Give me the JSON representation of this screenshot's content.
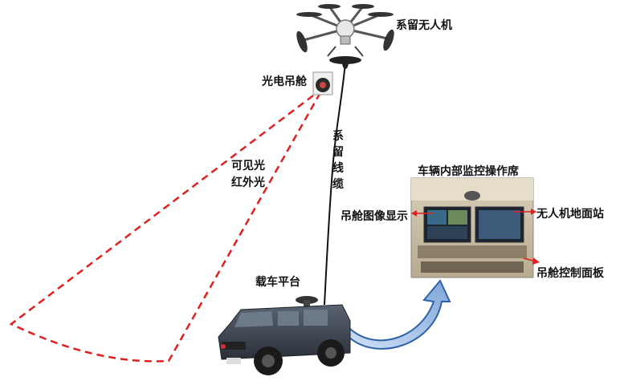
{
  "labels": {
    "drone": "系留无人机",
    "pod": "光电吊舱",
    "spectrum_line1": "可见光",
    "spectrum_line2": "红外光",
    "tether_chars": [
      "系",
      "留",
      "线",
      "缆"
    ],
    "vehicle": "载车平台",
    "console_title": "车辆内部监控操作席",
    "pod_display": "吊舱图像显示",
    "ground_station": "无人机地面站",
    "pod_panel": "吊舱控制面板"
  },
  "colors": {
    "beam": "#e02020",
    "arrow": "#2f62a8",
    "callout": "#e02020",
    "tether": "#111111",
    "vehicle_body": "#3b4350",
    "drone_body": "#e8e8e8",
    "drone_rotor": "#333333"
  },
  "icons": [
    "drone-icon",
    "gimbal-pod-icon",
    "armored-vehicle-icon",
    "console-monitors-icon",
    "curved-arrow-icon"
  ]
}
